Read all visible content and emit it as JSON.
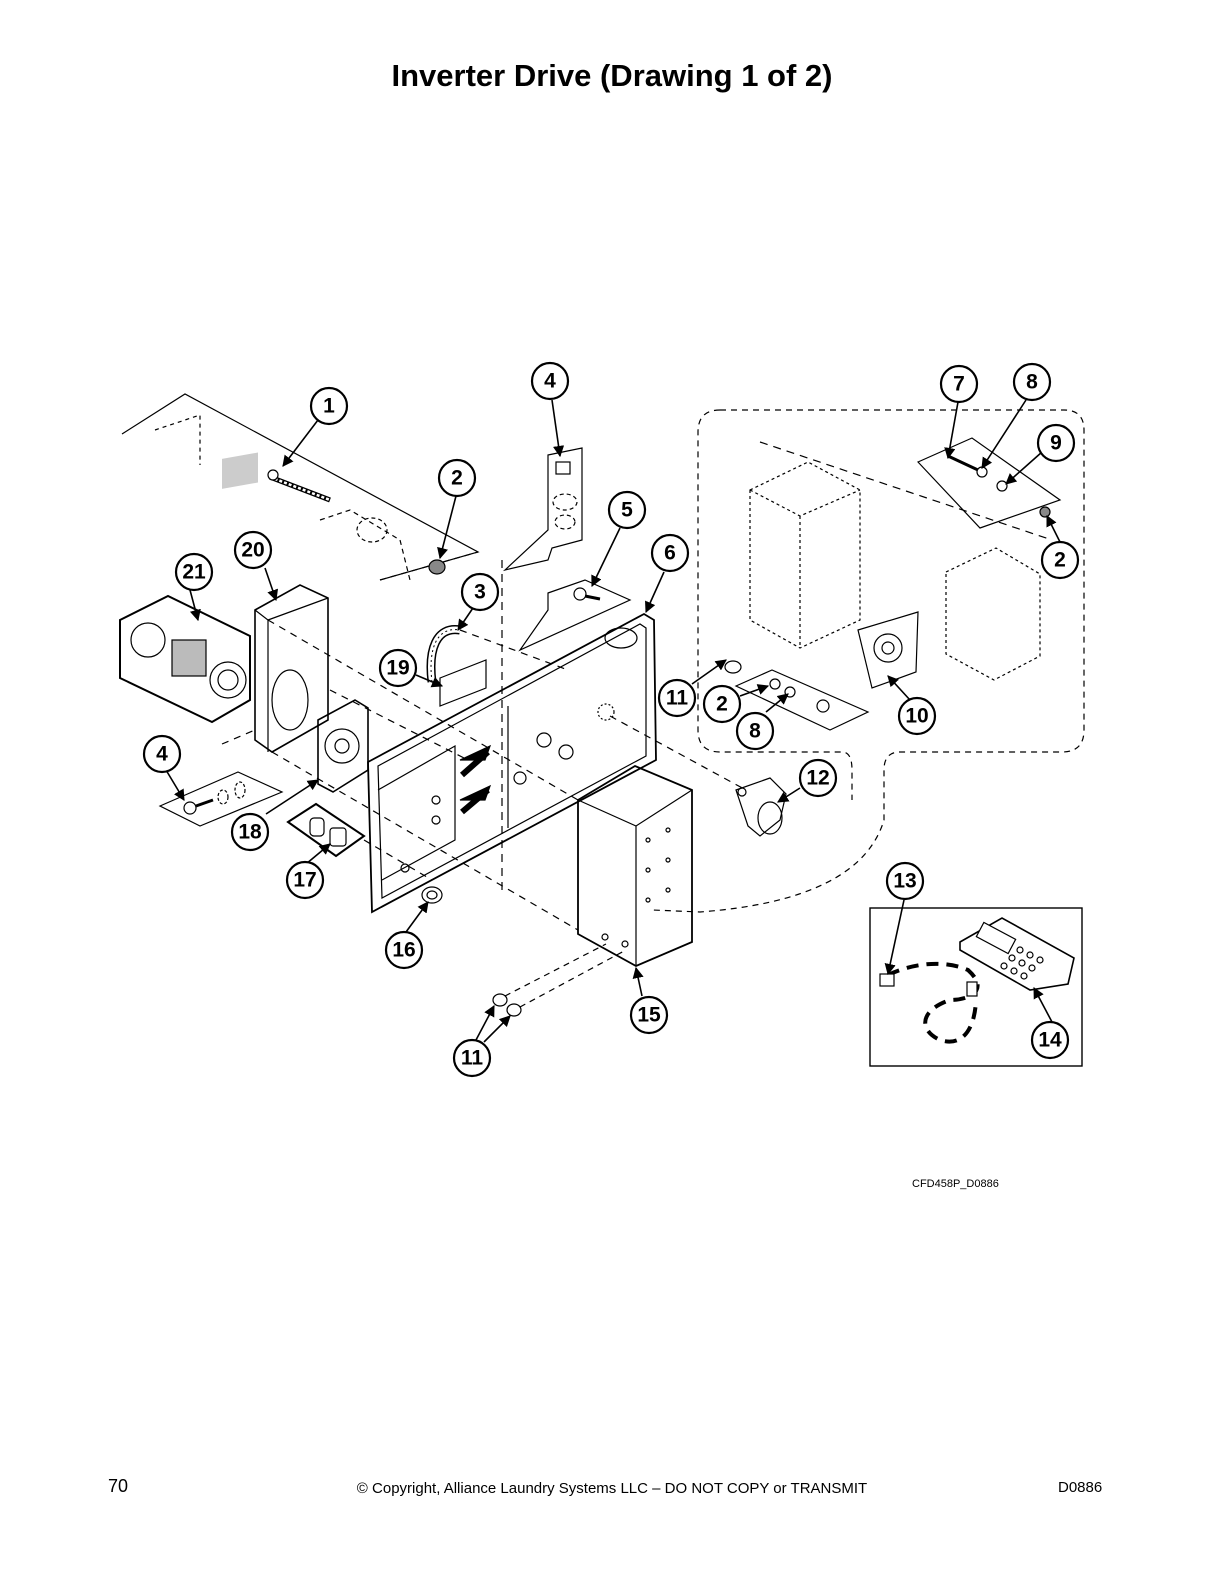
{
  "page": {
    "title": "Inverter Drive (Drawing 1 of 2)",
    "drawing_id": "CFD458P_D0886",
    "page_number": "70",
    "copyright": "© Copyright, Alliance Laundry Systems LLC – DO NOT COPY or TRANSMIT",
    "doc_code": "D0886"
  },
  "callouts": [
    "1",
    "2",
    "3",
    "4",
    "5",
    "6",
    "7",
    "8",
    "9",
    "2",
    "20",
    "21",
    "19",
    "11",
    "2",
    "10",
    "8",
    "4",
    "12",
    "18",
    "17",
    "16",
    "15",
    "13",
    "14",
    "11"
  ]
}
